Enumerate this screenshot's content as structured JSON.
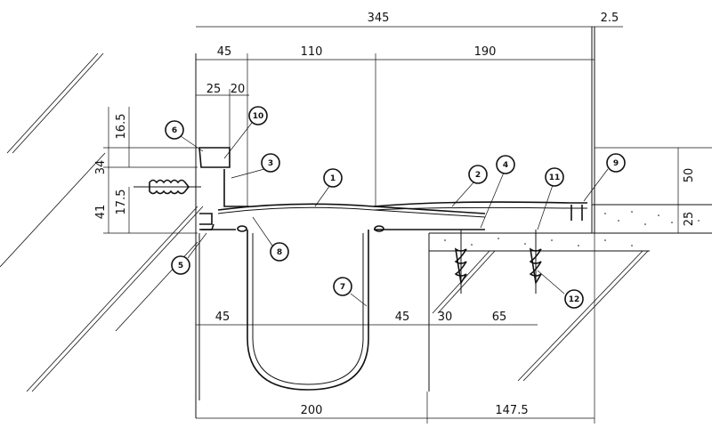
{
  "dimensions": {
    "top_total": "345",
    "top_right_small": "2.5",
    "top_left": "45",
    "top_mid": "110",
    "top_right": "190",
    "top_sub_a": "25",
    "top_sub_b": "20",
    "left_a": "16.5",
    "left_b": "34",
    "left_c": "17.5",
    "left_d": "41",
    "right_a": "50",
    "right_b": "25",
    "mid_left": "45",
    "mid_right": "45",
    "mid_30": "30",
    "mid_65": "65",
    "bottom_left": "200",
    "bottom_right": "147.5"
  },
  "callouts": [
    "1",
    "2",
    "3",
    "4",
    "5",
    "6",
    "7",
    "8",
    "9",
    "10",
    "11",
    "12"
  ]
}
